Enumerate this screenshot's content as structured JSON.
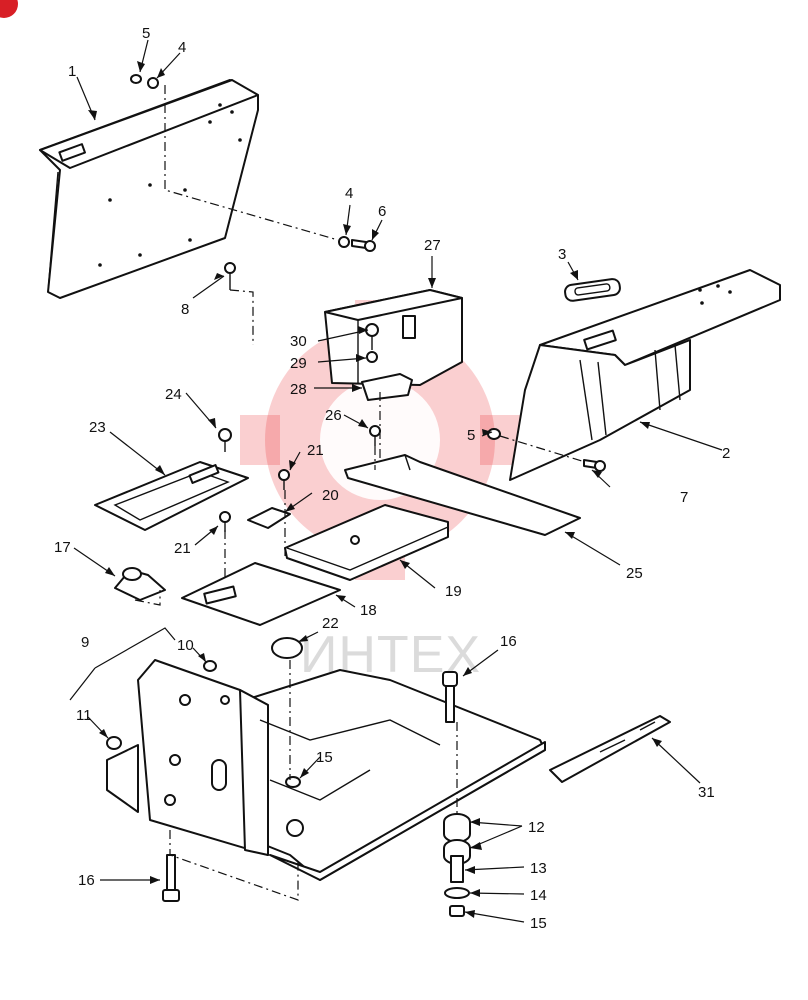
{
  "watermark": {
    "text": "ИНТЕХ",
    "color": "#e8262a"
  },
  "labels": {
    "l1": "1",
    "l2": "2",
    "l3": "3",
    "l4a": "4",
    "l4b": "4",
    "l5a": "5",
    "l5b": "5",
    "l6": "6",
    "l7": "7",
    "l8": "8",
    "l9": "9",
    "l10": "10",
    "l11": "11",
    "l12": "12",
    "l13": "13",
    "l14": "14",
    "l15a": "15",
    "l15b": "15",
    "l16a": "16",
    "l16b": "16",
    "l17": "17",
    "l18": "18",
    "l19": "19",
    "l20": "20",
    "l21a": "21",
    "l21b": "21",
    "l22": "22",
    "l23": "23",
    "l24": "24",
    "l25": "25",
    "l26": "26",
    "l27": "27",
    "l28": "28",
    "l29": "29",
    "l30": "30",
    "l31": "31"
  },
  "icons": {
    "corner_badge": "red-corner-badge"
  }
}
